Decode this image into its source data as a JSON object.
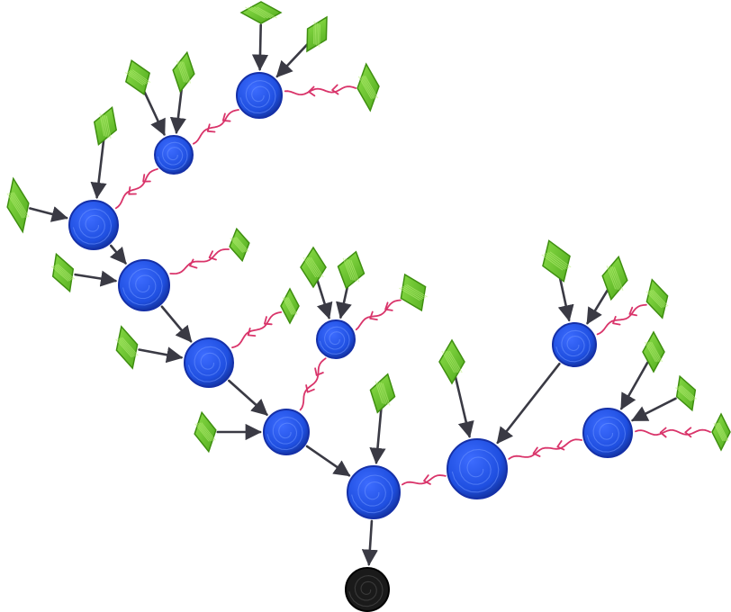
{
  "colors": {
    "internal_node": "#1f4fe0",
    "internal_node_dark": "#0f2fa6",
    "leaf": "#6fcf2a",
    "leaf_dark": "#3f8f10",
    "root": "#1a1a1a",
    "black_edge": "#3a3a44",
    "red_edge": "#d9346a",
    "background": "#ffffff"
  },
  "icons": {
    "internal": "filled-circle",
    "leaf": "diamond",
    "root": "black-circle"
  },
  "black_edge_arrow": "arrowhead",
  "red_edge_style": "wavy-with-chevrons"
}
